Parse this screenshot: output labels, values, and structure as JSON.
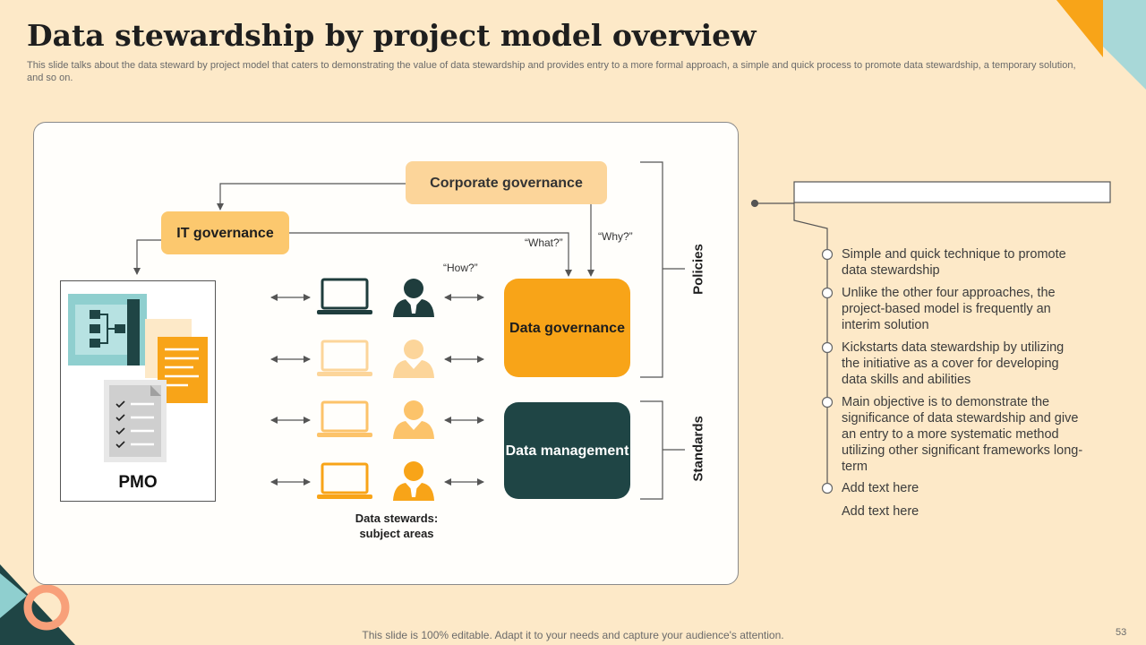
{
  "slide": {
    "title": "Data stewardship by project model overview",
    "subtitle": "This slide talks about the data steward by project model that caters to demonstrating the value of data stewardship and provides entry to a more formal approach, a simple and quick process to promote data stewardship, a temporary solution, and so on.",
    "footer": "This slide is 100% editable. Adapt it to your needs and capture your audience's attention.",
    "page_number": "53"
  },
  "diagram": {
    "corporate_governance": "Corporate governance",
    "it_governance": "IT governance",
    "data_governance": "Data governance",
    "data_management": "Data management",
    "pmo": "PMO",
    "what": "“What?”",
    "why": "“Why?”",
    "how": "“How?”",
    "data_stewards": "Data stewards: subject areas",
    "policies": "Policies",
    "standards": "Standards"
  },
  "bullets": [
    "Simple and quick technique to promote data stewardship",
    "Unlike the other four approaches, the project-based model is frequently  an interim solution",
    "Kickstarts data stewardship by utilizing the initiative  as a  cover for developing data skills and abilities",
    "Main objective is to demonstrate the significance of data stewardship and give an entry to a more systematic method utilizing other significant frameworks long-term",
    "Add text here",
    "Add text here"
  ],
  "colors": {
    "background": "#fde9c8",
    "orange": "#f8a418",
    "light_orange": "#fcd59a",
    "dark_teal": "#1f4545",
    "teal": "#8fcfcf"
  },
  "icons": {
    "steward_rows": [
      "person-laptop-dark",
      "person-laptop-light",
      "person-laptop-light",
      "person-laptop-orange"
    ]
  }
}
